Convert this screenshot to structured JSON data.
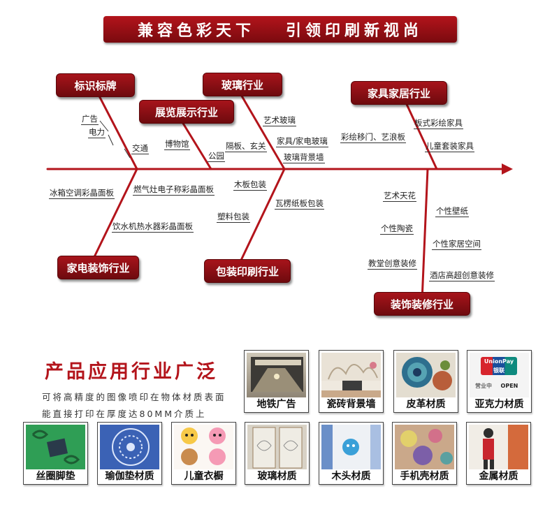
{
  "banner": {
    "left": "兼容色彩天下",
    "right": "引领印刷新视尚"
  },
  "tags": {
    "biaozhi": "标识标牌",
    "zhanlan": "展览展示行业",
    "boli": "玻璃行业",
    "jiaju": "家具家居行业",
    "jiadian": "家电装饰行业",
    "baozhuang": "包装印刷行业",
    "zhuangshi": "装饰装修行业"
  },
  "labels": {
    "guanggao": "广告",
    "dianli": "电力",
    "jiaotong": "交通",
    "bowuguan": "博物馆",
    "gongyuan": "公园",
    "gebanxuanguan": "隔板、玄关",
    "yishuboli": "艺术玻璃",
    "jiajuboli": "家具/家电玻璃",
    "bolibeijing": "玻璃背景墙",
    "caihui": "彩绘移门、艺浪板",
    "banshi": "板式彩绘家具",
    "ertongtaozhuang": "儿童套装家具",
    "bingxiang": "冰箱空调彩晶面板",
    "ranqizao": "燃气灶电子称彩晶面板",
    "yinshuiji": "饮水机热水器彩晶面板",
    "mubanbaozhuang": "木板包装",
    "suliaobaozhuang": "塑料包装",
    "walengzhi": "瓦楞纸板包装",
    "yishutianhua": "艺术天花",
    "gexingbizhi": "个性壁纸",
    "gexingtaoci": "个性陶瓷",
    "gexingjiaju": "个性家居空间",
    "jiaotang": "教堂创意装修",
    "jiudian": "酒店高超创意装修"
  },
  "apps": {
    "title": "产品应用行业广泛",
    "line1": "可将高精度的图像喷印在物体材质表面",
    "line2": "能直接打印在厚度达80MM介质上",
    "cards": [
      {
        "label": "地铁广告"
      },
      {
        "label": "瓷砖背景墙"
      },
      {
        "label": "皮革材质"
      },
      {
        "label": "亚克力材质"
      },
      {
        "label": "丝圈脚垫"
      },
      {
        "label": "瑜伽垫材质"
      },
      {
        "label": "儿童衣橱"
      },
      {
        "label": "玻璃材质"
      },
      {
        "label": "木头材质"
      },
      {
        "label": "手机壳材质"
      },
      {
        "label": "金属材质"
      }
    ]
  },
  "acrylic_sign": {
    "brand": "UnionPay",
    "brand_cn": "银联",
    "open_cn": "营业中",
    "open_en": "OPEN"
  },
  "colors": {
    "accent": "#b3141b",
    "dark_red": "#6e0a0e"
  }
}
